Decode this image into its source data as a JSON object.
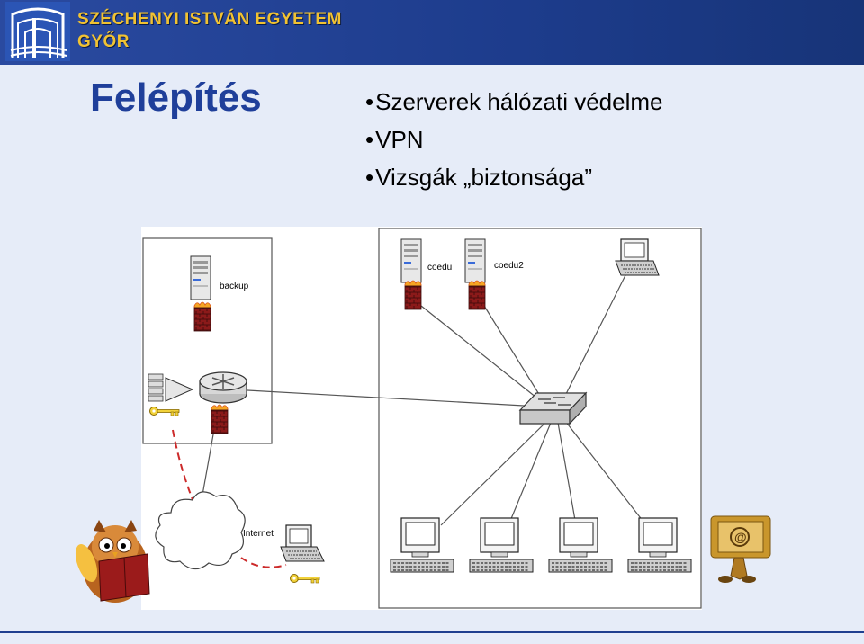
{
  "header": {
    "university_name": "SZÉCHENYI ISTVÁN EGYETEM",
    "city": "GYŐR"
  },
  "slide": {
    "title": "Felépítés",
    "bullets": [
      "Szerverek hálózati védelme",
      "VPN",
      "Vizsgák „biztonsága”"
    ]
  },
  "diagram": {
    "labels": {
      "backup": "backup",
      "coedu": "coedu",
      "coedu2": "coedu2",
      "internet": "Internet"
    }
  }
}
